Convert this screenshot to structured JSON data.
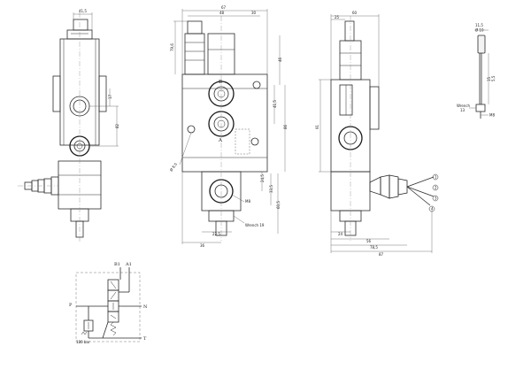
{
  "front": {
    "dim_width": "41,5",
    "dim_height": "82",
    "dim_port": "17"
  },
  "side": {
    "dim_total": "67",
    "dim_mid": "48",
    "dim_right": "30",
    "dim_top": "79,6",
    "dim_v1": "46",
    "dim_v2": "41,5",
    "dim_v3": "86",
    "dim_v4": "24,5",
    "dim_v5": "33,5",
    "dim_v6": "60,5",
    "dim_hole": "Ø 8,5",
    "dim_bottom1": "36",
    "dim_bottom2": "22,5",
    "port_b": "B",
    "port_a": "A",
    "label_m8": "M8",
    "label_wrench": "Wrench 19"
  },
  "rear": {
    "dim_width": "60",
    "dim_left": "25",
    "dim_height": "91",
    "dim_b1": "24",
    "dim_b2": "56",
    "dim_b3": "78,5",
    "dim_b4": "87",
    "callout_1": "1",
    "callout_2": "2",
    "callout_3": "3",
    "callout_4": "4"
  },
  "lever": {
    "dim_1": "11,5",
    "dim_2": "Ø 10",
    "dim_3": "15",
    "dim_4": "5,5",
    "label_wrench": "Wrench",
    "label_wrench_size": "13",
    "label_m8": "M8"
  },
  "schematic": {
    "port_b": "B1",
    "port_a": "A1",
    "port_p": "P",
    "port_n": "N",
    "port_t": "T",
    "relief": "180 bar"
  }
}
